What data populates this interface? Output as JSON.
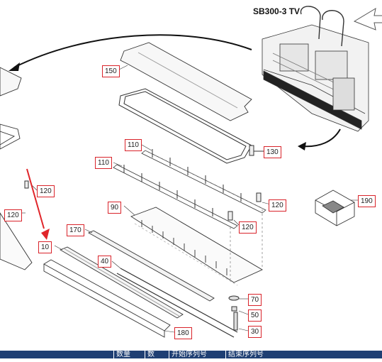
{
  "model": "SB300-3 TV",
  "callouts": {
    "c150": "150",
    "c130": "130",
    "c110a": "110",
    "c110b": "110",
    "c120_l": "120",
    "c120_ll": "120",
    "c120_r": "120",
    "c120_m": "120",
    "c190": "190",
    "c90": "90",
    "c170": "170",
    "c10": "10",
    "c40": "40",
    "c70": "70",
    "c50": "50",
    "c30": "30",
    "c180": "180"
  },
  "table_headers": [
    "数量",
    "数",
    "开始序列号",
    "结束序列号"
  ],
  "colors": {
    "callout_border": "#d9232a",
    "arrow_red": "#e0252a",
    "table_bar": "#1f3f73",
    "line": "#333333"
  }
}
